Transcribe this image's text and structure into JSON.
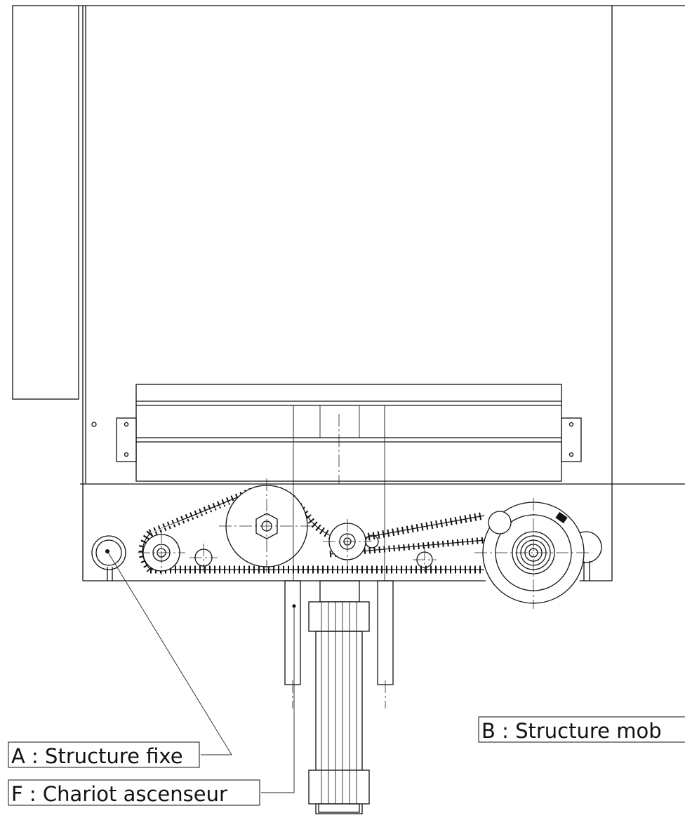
{
  "labels": {
    "a": "A : Structure fixe",
    "b": "B : Structure mob",
    "f": "F : Chariot ascenseur"
  },
  "colors": {
    "line": "#111111",
    "background": "#ffffff"
  }
}
